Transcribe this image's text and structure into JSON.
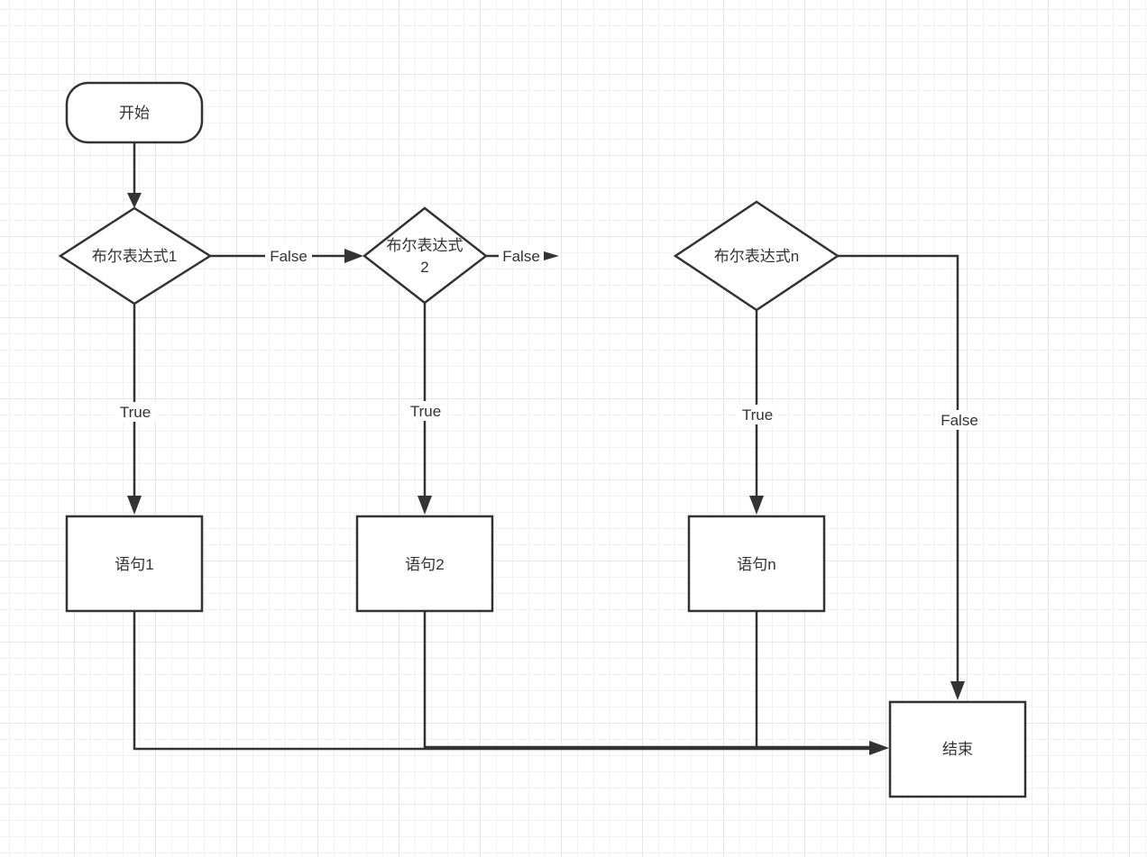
{
  "nodes": {
    "start": "开始",
    "cond1": "布尔表达式1",
    "cond2_line1": "布尔表达式",
    "cond2_line2": "2",
    "condn": "布尔表达式n",
    "stmt1": "语句1",
    "stmt2": "语句2",
    "stmtn": "语句n",
    "end": "结束"
  },
  "edges": {
    "cond1_false": "False",
    "cond2_false": "False",
    "condn_false": "False",
    "cond1_true": "True",
    "cond2_true": "True",
    "condn_true": "True"
  }
}
